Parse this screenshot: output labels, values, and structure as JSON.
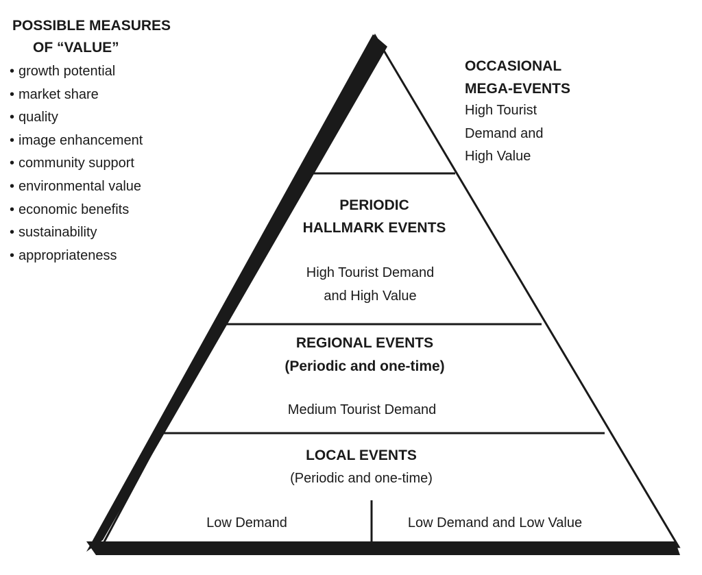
{
  "measures": {
    "heading_line1": "POSSIBLE MEASURES",
    "heading_line2": "OF “VALUE”",
    "items": [
      "growth potential",
      "market share",
      "quality",
      "image enhancement",
      "community support",
      "environmental value",
      "economic benefits",
      "sustainability",
      "appropriateness"
    ]
  },
  "tiers": {
    "mega": {
      "title_line1": "OCCASIONAL",
      "title_line2": "MEGA-EVENTS",
      "desc_line1": "High Tourist",
      "desc_line2": "Demand and",
      "desc_line3": "High Value"
    },
    "hallmark": {
      "title_line1": "PERIODIC",
      "title_line2": "HALLMARK EVENTS",
      "desc_line1": "High Tourist Demand",
      "desc_line2": "and High Value"
    },
    "regional": {
      "title_line1": "REGIONAL EVENTS",
      "title_line2": "(Periodic and one-time)",
      "desc": "Medium Tourist Demand"
    },
    "local": {
      "title": "LOCAL EVENTS",
      "subtitle": "(Periodic and one-time)",
      "left_label": "Low Demand",
      "right_label": "Low Demand and Low Value"
    }
  },
  "colors": {
    "ink": "#1a1a1a",
    "background": "#ffffff"
  }
}
